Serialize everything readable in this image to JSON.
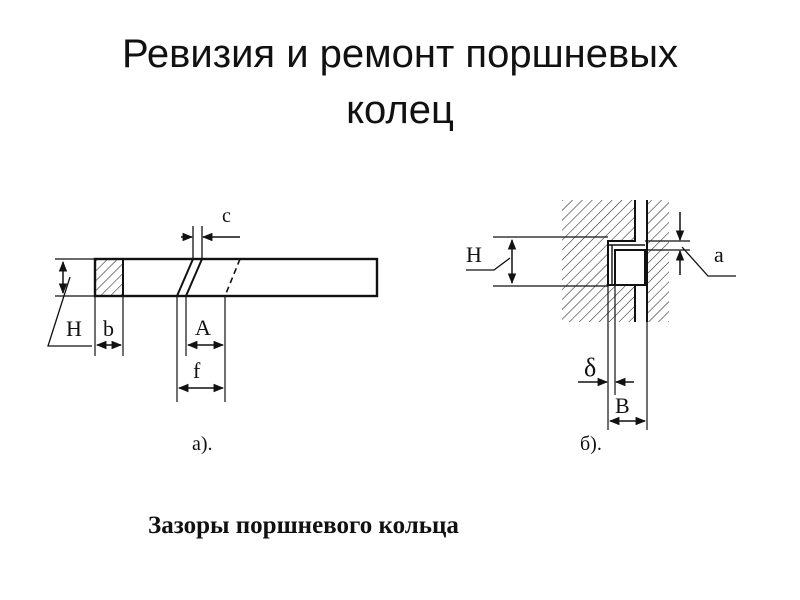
{
  "slide": {
    "title_line1": "Ревизия и ремонт поршневых",
    "title_line2": "колец"
  },
  "diagram": {
    "labels_a": {
      "c": "c",
      "H": "H",
      "b": "b",
      "A": "A",
      "f": "f",
      "caption": "а)."
    },
    "labels_b": {
      "H": "H",
      "a": "a",
      "delta": "δ",
      "B": "B",
      "caption": "б)."
    },
    "figure_caption": "Зазоры поршневого кольца"
  }
}
